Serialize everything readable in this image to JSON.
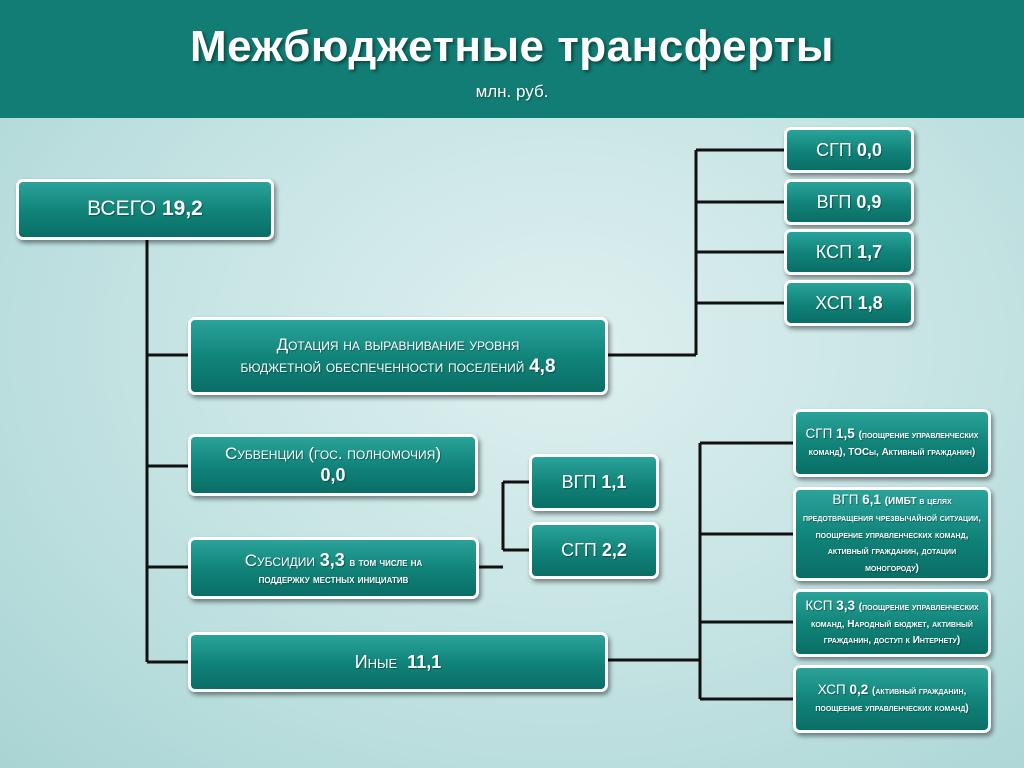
{
  "header": {
    "title": "Межбюджетные трансферты",
    "subtitle": "млн. руб."
  },
  "total": {
    "label": "ВСЕГО",
    "value": "19,2"
  },
  "dotation": {
    "label_line1": "Дотация на выравнивание уровня",
    "label_line2": "бюджетной обеспеченности поселений",
    "value": "4,8",
    "children": [
      {
        "label": "СГП",
        "value": "0,0"
      },
      {
        "label": "ВГП",
        "value": "0,9"
      },
      {
        "label": "КСП",
        "value": "1,7"
      },
      {
        "label": "ХСП",
        "value": "1,8"
      }
    ]
  },
  "subventions": {
    "label": "Субвенции",
    "note": "(гос. полномочия)",
    "value": "0,0"
  },
  "subsidies": {
    "label": "Субсидии",
    "value": "3,3",
    "note_inline": "в том числе на",
    "note_line2": "поддержку местных инициатив",
    "children": [
      {
        "label": "ВГП",
        "value": "1,1"
      },
      {
        "label": "СГП",
        "value": "2,2"
      }
    ]
  },
  "other": {
    "label": "Иные",
    "value": "11,1",
    "children": [
      {
        "label": "СГП",
        "value": "1,5",
        "note": "(поощрение управленческих команд), ТОСы, Активный гражданин)"
      },
      {
        "label": "ВГП",
        "value": "6,1",
        "note": "(ИМБТ в целях предотвращения чрезвычайной ситуации, поощрение управленческих команд, активный гражданин, дотации моногороду)"
      },
      {
        "label": "КСП",
        "value": "3,3",
        "note": "(поощрение управленческих команд, Народный бюджет, активный гражданин, доступ к Интернету)"
      },
      {
        "label": "ХСП",
        "value": "0,2",
        "note": "(активный гражданин, поощеение управленческих команд)"
      }
    ]
  }
}
